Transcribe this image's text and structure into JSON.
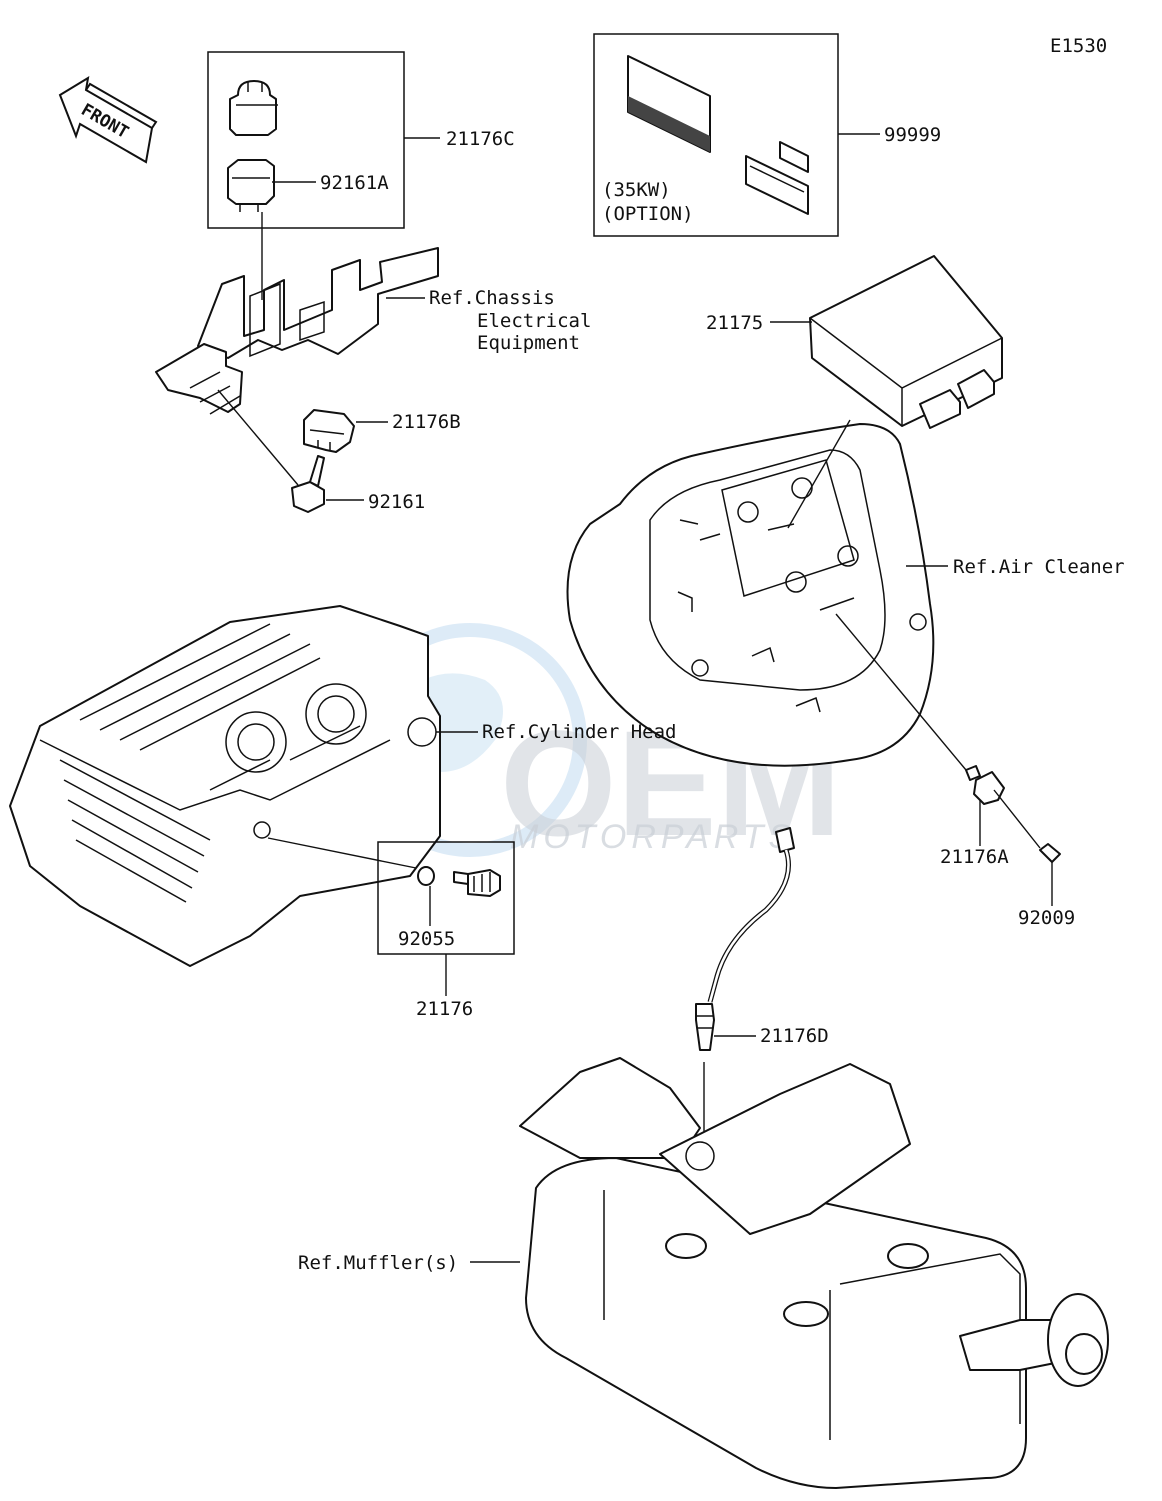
{
  "diagram_code": "E1530",
  "front_arrow": "FRONT",
  "watermark": {
    "brand": "OEM",
    "sub": "MOTORPARTS"
  },
  "option_box": {
    "line1": "(35KW)",
    "line2": "(OPTION)"
  },
  "callouts": {
    "p99999": "99999",
    "p21176C": "21176C",
    "p92161A": "92161A",
    "ref_chassis_1": "Ref.Chassis",
    "ref_chassis_2": "Electrical",
    "ref_chassis_3": "Equipment",
    "p21175": "21175",
    "p21176B": "21176B",
    "p92161": "92161",
    "ref_air_cleaner": "Ref.Air Cleaner",
    "ref_cylinder_head": "Ref.Cylinder Head",
    "p21176A": "21176A",
    "p92009": "92009",
    "p92055": "92055",
    "p21176": "21176",
    "p21176D": "21176D",
    "ref_muffler": "Ref.Muffler(s)"
  }
}
